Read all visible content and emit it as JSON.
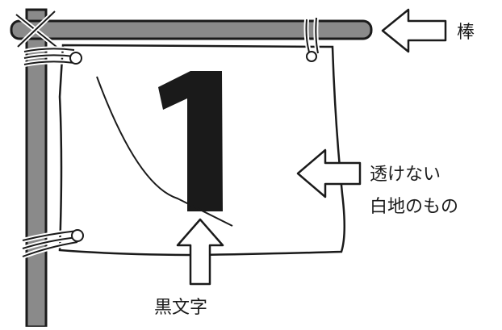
{
  "labels": {
    "rod": "棒",
    "cloth_line1": "透けない",
    "cloth_line2": "白地のもの",
    "black_text": "黒文字"
  },
  "flag_character": "1",
  "colors": {
    "pole": "#8a8a8a",
    "outline": "#1a1a1a",
    "cloth": "#ffffff",
    "character": "#1a1a1a"
  }
}
